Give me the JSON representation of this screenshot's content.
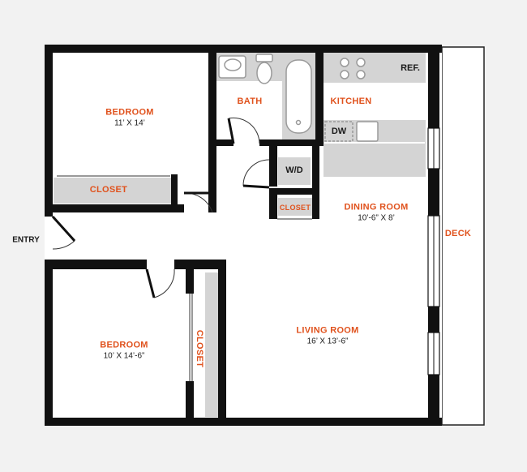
{
  "rooms": {
    "bedroom1": {
      "name": "BEDROOM",
      "dims": "11’ X 14’"
    },
    "bath": {
      "name": "BATH"
    },
    "kitchen": {
      "name": "KITCHEN"
    },
    "closet1": {
      "name": "CLOSET"
    },
    "closet_small": {
      "name": "CLOSET"
    },
    "dining": {
      "name": "DINING ROOM",
      "dims": "10’-6” X 8’"
    },
    "deck": {
      "name": "DECK"
    },
    "entry": {
      "name": "ENTRY"
    },
    "bedroom2": {
      "name": "BEDROOM",
      "dims": "10’ X 14’-6”"
    },
    "closet2": {
      "name": "CLOSET"
    },
    "living": {
      "name": "LIVING ROOM",
      "dims": "16’ X 13’-6”"
    }
  },
  "fixtures": {
    "refrigerator": "REF.",
    "dishwasher": "DW",
    "washer_dryer": "W/D"
  },
  "colors": {
    "background": "#f2f2f2",
    "floor": "#ffffff",
    "wall": "#111111",
    "fixture": "#d4d4d4",
    "label_accent": "#e0521d"
  }
}
